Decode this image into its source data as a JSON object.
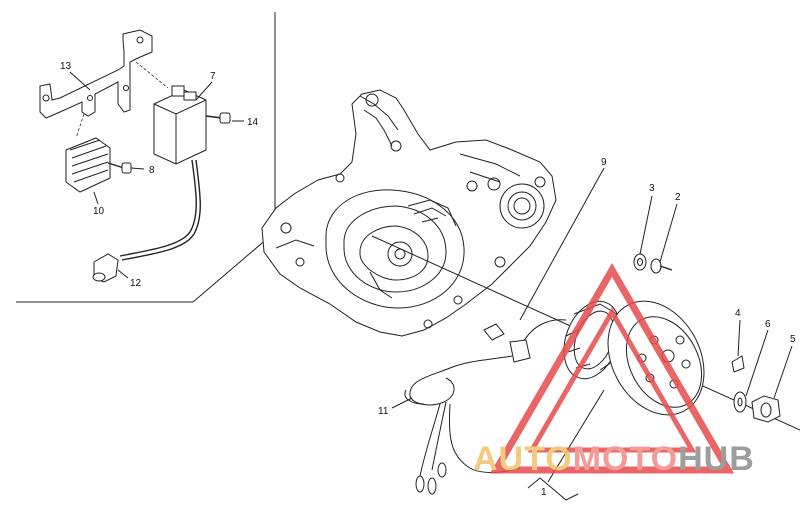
{
  "labels": {
    "p1": "1",
    "p2": "2",
    "p3": "3",
    "p4": "4",
    "p5": "5",
    "p6": "6",
    "p7": "7",
    "p8": "8",
    "p9": "9",
    "p10": "10",
    "p11": "11",
    "p12": "12",
    "p13": "13",
    "p14": "14"
  },
  "watermark": {
    "part1": "AUTO",
    "part2": "MOTO",
    "part3": "HUB",
    "color_auto": "#f2c36b",
    "color_moto": "#f08a86",
    "color_hub": "#8c8c8c",
    "triangle_color": "#e74c4c"
  }
}
